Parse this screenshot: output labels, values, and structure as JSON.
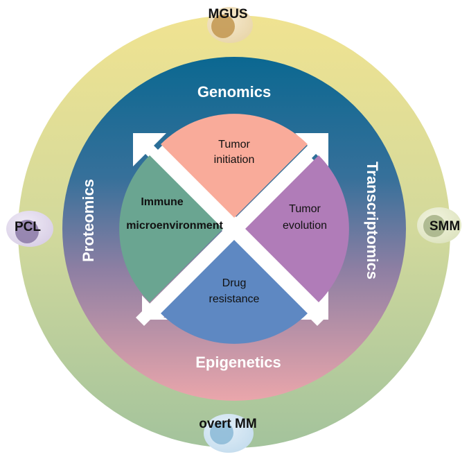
{
  "stages": {
    "top": "MGUS",
    "right": "SMM",
    "bottom": "overt MM",
    "left": "PCL"
  },
  "omics": {
    "top": "Genomics",
    "right": "Transcriptomics",
    "bottom": "Epigenetics",
    "left": "Proteomics"
  },
  "sectors": {
    "top": [
      "Tumor",
      "initiation"
    ],
    "right": [
      "Tumor",
      "evolution"
    ],
    "bottom": [
      "Drug",
      "resistance"
    ],
    "left": [
      "Immune",
      "microenvironment"
    ]
  },
  "colors": {
    "outer_ring_top": "#efe08e",
    "outer_ring_bottom": "#a9c9a0",
    "inner_top": "#0d6a92",
    "inner_bottom": "#e2a3ab",
    "sector_top": "#f9ab9a",
    "sector_right": "#b07cb8",
    "sector_bottom": "#5e88c2",
    "sector_left": "#6aa591",
    "node_top": "#c49a55",
    "node_right": "#a8b58b",
    "node_bottom": "#8ab9d6",
    "node_left": "#8a78a6"
  }
}
